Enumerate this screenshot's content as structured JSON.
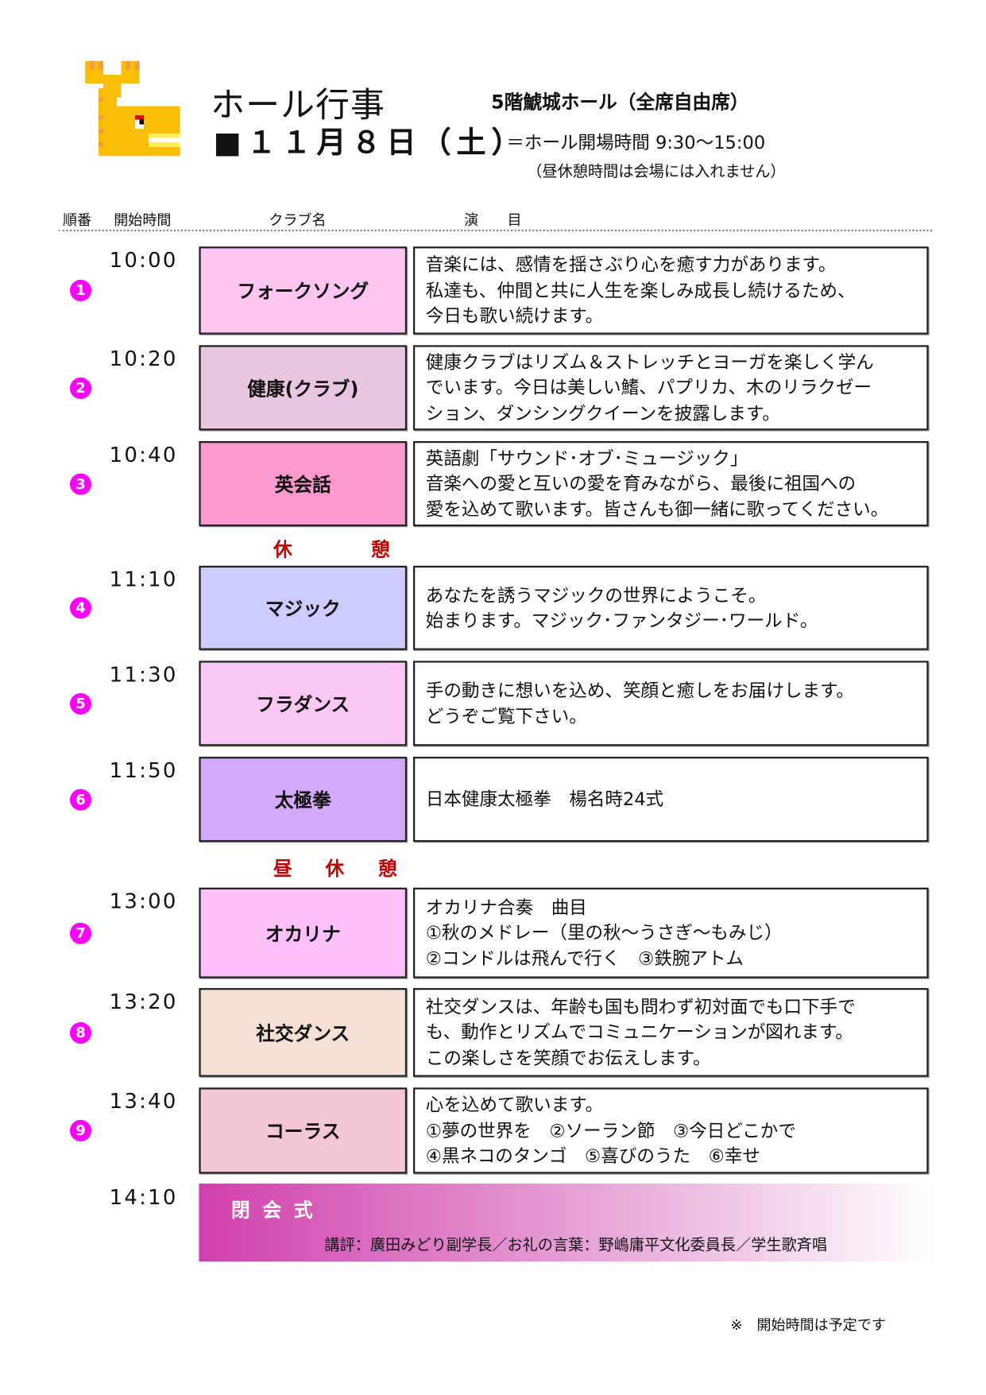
{
  "header": {
    "title": "ホール行事",
    "date": "■１１月８日（土）",
    "venue": "5階鯱城ホール（全席自由席）",
    "opening_hours": "＝ホール開場時間  9:30〜15:00",
    "note": "（昼休憩時間は会場には入れません）"
  },
  "columns": {
    "order": "順番",
    "start": "開始時間",
    "club": "クラブ名",
    "program": "演　　目"
  },
  "rows": [
    {
      "num": "1",
      "time": "10:00",
      "club": "フォークソング",
      "color": "#fdc5f0",
      "desc": [
        "音楽には、感情を揺さぶり心を癒す力があります。",
        "私達も、仲間と共に人生を楽しみ成長し続けるため、",
        "今日も歌い続けます。"
      ]
    },
    {
      "num": "2",
      "time": "10:20",
      "club": "健康(クラブ)",
      "color": "#e9c6df",
      "desc": [
        "健康クラブはリズム＆ストレッチとヨーガを楽しく学ん",
        "でいます。今日は美しい鰭、パプリカ、木のリラクゼー",
        "ション、ダンシングクイーンを披露します。"
      ]
    },
    {
      "num": "3",
      "time": "10:40",
      "club": "英会話",
      "color": "#fd99cc",
      "desc": [
        "英語劇「サウンド･オブ･ミュージック」",
        "音楽への愛と互いの愛を育みながら、最後に祖国への",
        "愛を込めて歌います。皆さんも御一緒に歌ってください。"
      ]
    },
    {
      "num": "4",
      "time": "11:10",
      "club": "マジック",
      "color": "#ccccff",
      "desc": [
        "あなたを誘うマジックの世界にようこそ。",
        "始まります。マジック･ファンタジー･ワールド。"
      ]
    },
    {
      "num": "5",
      "time": "11:30",
      "club": "フラダンス",
      "color": "#fcc9f6",
      "desc": [
        "手の動きに想いを込め、笑顔と癒しをお届けします。",
        "どうぞご覧下さい。"
      ]
    },
    {
      "num": "6",
      "time": "11:50",
      "club": "太極拳",
      "color": "#d4a9fc",
      "desc": [
        "日本健康太極拳　楊名時24式"
      ]
    },
    {
      "num": "7",
      "time": "13:00",
      "club": "オカリナ",
      "color": "#fcc0fc",
      "desc": [
        "オカリナ合奏　曲目",
        "①秋のメドレー（里の秋〜うさぎ〜もみじ）",
        "②コンドルは飛んで行く　③鉄腕アトム"
      ]
    },
    {
      "num": "8",
      "time": "13:20",
      "club": "社交ダンス",
      "color": "#f5e1d4",
      "desc": [
        "社交ダンスは、年齢も国も問わず初対面でも口下手で",
        "も、動作とリズムでコミュニケーションが図れます。",
        "この楽しさを笑顔でお伝えします。"
      ]
    },
    {
      "num": "9",
      "time": "13:40",
      "club": "コーラス",
      "color": "#f5c7d6",
      "desc": [
        "心を込めて歌います。",
        "①夢の世界を　②ソーラン節　③今日どこかで",
        "④黒ネコのタンゴ　⑤喜びのうた　⑥幸せ"
      ]
    }
  ],
  "breaks": {
    "short": [
      "休",
      "憩"
    ],
    "lunch": [
      "昼",
      "休",
      "憩"
    ]
  },
  "closing": {
    "time": "14:10",
    "title": "閉会式",
    "detail": "講評：廣田みどり副学長／お礼の言葉：野嶋庸平文化委員長／学生歌斉唱"
  },
  "footnote": "※　開始時間は予定です"
}
